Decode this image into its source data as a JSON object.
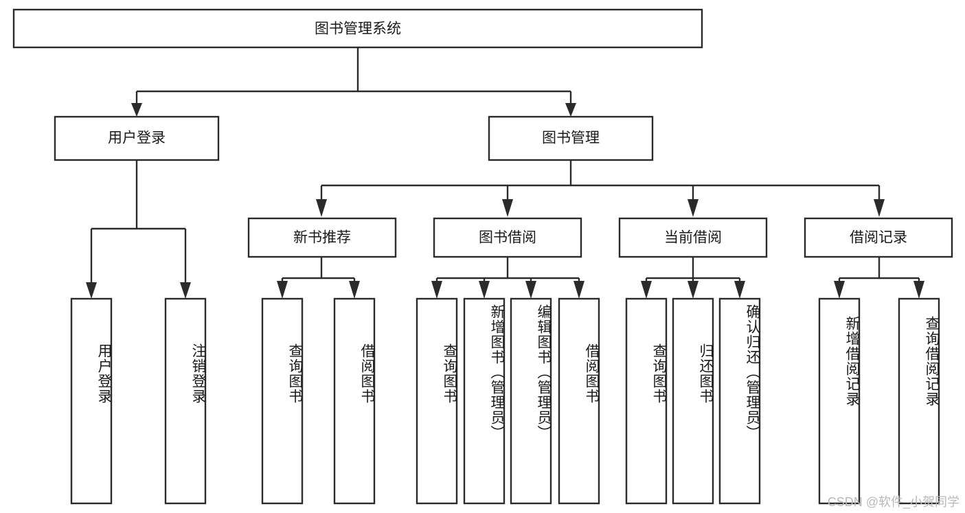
{
  "diagram": {
    "type": "tree-hierarchy",
    "title": "图书管理系统",
    "root": {
      "id": "root",
      "label": "图书管理系统"
    },
    "level2": [
      {
        "id": "user-login",
        "label": "用户登录"
      },
      {
        "id": "book-manage",
        "label": "图书管理"
      }
    ],
    "level3": [
      {
        "id": "new-book-recommend",
        "label": "新书推荐",
        "parent": "book-manage"
      },
      {
        "id": "book-borrow",
        "label": "图书借阅",
        "parent": "book-manage"
      },
      {
        "id": "current-borrow",
        "label": "当前借阅",
        "parent": "book-manage"
      },
      {
        "id": "borrow-record",
        "label": "借阅记录",
        "parent": "book-manage"
      }
    ],
    "leaves": [
      {
        "id": "leaf-user-login",
        "label": "用户登录",
        "parent": "user-login"
      },
      {
        "id": "leaf-user-logout",
        "label": "注销登录",
        "parent": "user-login"
      },
      {
        "id": "leaf-query-book-1",
        "label": "查询图书",
        "parent": "new-book-recommend"
      },
      {
        "id": "leaf-borrow-book-1",
        "label": "借阅图书",
        "parent": "new-book-recommend"
      },
      {
        "id": "leaf-query-book-2",
        "label": "查询图书",
        "parent": "book-borrow"
      },
      {
        "id": "leaf-add-book",
        "label": "新增图书（管理员）",
        "parent": "book-borrow"
      },
      {
        "id": "leaf-edit-book",
        "label": "编辑图书（管理员）",
        "parent": "book-borrow"
      },
      {
        "id": "leaf-borrow-book-2",
        "label": "借阅图书",
        "parent": "book-borrow"
      },
      {
        "id": "leaf-query-book-3",
        "label": "查询图书",
        "parent": "current-borrow"
      },
      {
        "id": "leaf-return-book",
        "label": "归还图书",
        "parent": "current-borrow"
      },
      {
        "id": "leaf-confirm-return",
        "label": "确认归还（管理员）",
        "parent": "current-borrow"
      },
      {
        "id": "leaf-add-record",
        "label": "新增借阅记录",
        "parent": "borrow-record"
      },
      {
        "id": "leaf-query-record",
        "label": "查询借阅记录",
        "parent": "borrow-record"
      }
    ],
    "watermark": "CSDN @软件_小贺同学",
    "colors": {
      "stroke": "#2b2b2b",
      "fill": "#ffffff",
      "text": "#1a1a1a",
      "watermark": "#b9b9b9"
    }
  }
}
